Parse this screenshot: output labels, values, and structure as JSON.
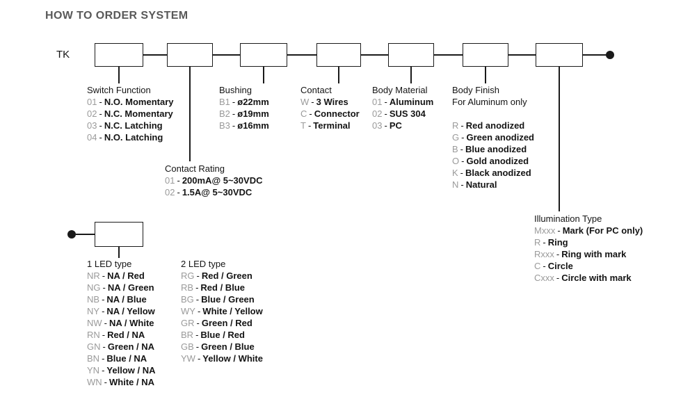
{
  "title": "HOW TO ORDER SYSTEM",
  "prefix": "TK",
  "separator": "-",
  "colors": {
    "code": "#9a9a9a",
    "text": "#141414",
    "title": "#595959",
    "line": "#1a1a1a"
  },
  "groups": {
    "switch_function": {
      "header": "Switch Function",
      "items": [
        {
          "code": "01",
          "desc": "N.O. Momentary"
        },
        {
          "code": "02",
          "desc": "N.C. Momentary"
        },
        {
          "code": "03",
          "desc": "N.C. Latching"
        },
        {
          "code": "04",
          "desc": "N.O. Latching"
        }
      ]
    },
    "contact_rating": {
      "header": "Contact Rating",
      "items": [
        {
          "code": "01",
          "desc": "200mA@ 5~30VDC"
        },
        {
          "code": "02",
          "desc": "1.5A@ 5~30VDC"
        }
      ]
    },
    "bushing": {
      "header": "Bushing",
      "items": [
        {
          "code": "B1",
          "desc": "ø22mm"
        },
        {
          "code": "B2",
          "desc": "ø19mm"
        },
        {
          "code": "B3",
          "desc": "ø16mm"
        }
      ]
    },
    "contact": {
      "header": "Contact",
      "items": [
        {
          "code": "W",
          "desc": "3 Wires"
        },
        {
          "code": "C",
          "desc": "Connector"
        },
        {
          "code": "T",
          "desc": "Terminal"
        }
      ]
    },
    "body_material": {
      "header": "Body Material",
      "items": [
        {
          "code": "01",
          "desc": "Aluminum"
        },
        {
          "code": "02",
          "desc": "SUS 304"
        },
        {
          "code": "03",
          "desc": "PC"
        }
      ]
    },
    "body_finish": {
      "header": "Body Finish",
      "subheader": "For Aluminum only",
      "items": [
        {
          "code": "R",
          "desc": "Red anodized"
        },
        {
          "code": "G",
          "desc": "Green anodized"
        },
        {
          "code": "B",
          "desc": "Blue anodized"
        },
        {
          "code": "O",
          "desc": "Gold anodized"
        },
        {
          "code": "K",
          "desc": "Black anodized"
        },
        {
          "code": "N",
          "desc": "Natural"
        }
      ]
    },
    "illumination_type": {
      "header": "Illumination Type",
      "items": [
        {
          "code": "Mxxx",
          "desc": "Mark (For PC only)"
        },
        {
          "code": "R",
          "desc": "Ring"
        },
        {
          "code": "Rxxx",
          "desc": "Ring with mark"
        },
        {
          "code": "C",
          "desc": "Circle"
        },
        {
          "code": "Cxxx",
          "desc": "Circle with mark"
        }
      ]
    },
    "led1": {
      "header": "1 LED type",
      "items": [
        {
          "code": "NR",
          "desc": "NA / Red"
        },
        {
          "code": "NG",
          "desc": "NA / Green"
        },
        {
          "code": "NB",
          "desc": "NA / Blue"
        },
        {
          "code": "NY",
          "desc": "NA / Yellow"
        },
        {
          "code": "NW",
          "desc": "NA / White"
        },
        {
          "code": "RN",
          "desc": "Red / NA"
        },
        {
          "code": "GN",
          "desc": "Green / NA"
        },
        {
          "code": "BN",
          "desc": "Blue / NA"
        },
        {
          "code": "YN",
          "desc": "Yellow / NA"
        },
        {
          "code": "WN",
          "desc": "White / NA"
        }
      ]
    },
    "led2": {
      "header": "2 LED type",
      "items": [
        {
          "code": "RG",
          "desc": "Red / Green"
        },
        {
          "code": "RB",
          "desc": "Red / Blue"
        },
        {
          "code": "BG",
          "desc": "Blue / Green"
        },
        {
          "code": "WY",
          "desc": "White / Yellow"
        },
        {
          "code": "GR",
          "desc": "Green / Red"
        },
        {
          "code": "BR",
          "desc": "Blue / Red"
        },
        {
          "code": "GB",
          "desc": "Green / Blue"
        },
        {
          "code": "YW",
          "desc": "Yellow / White"
        }
      ]
    }
  }
}
